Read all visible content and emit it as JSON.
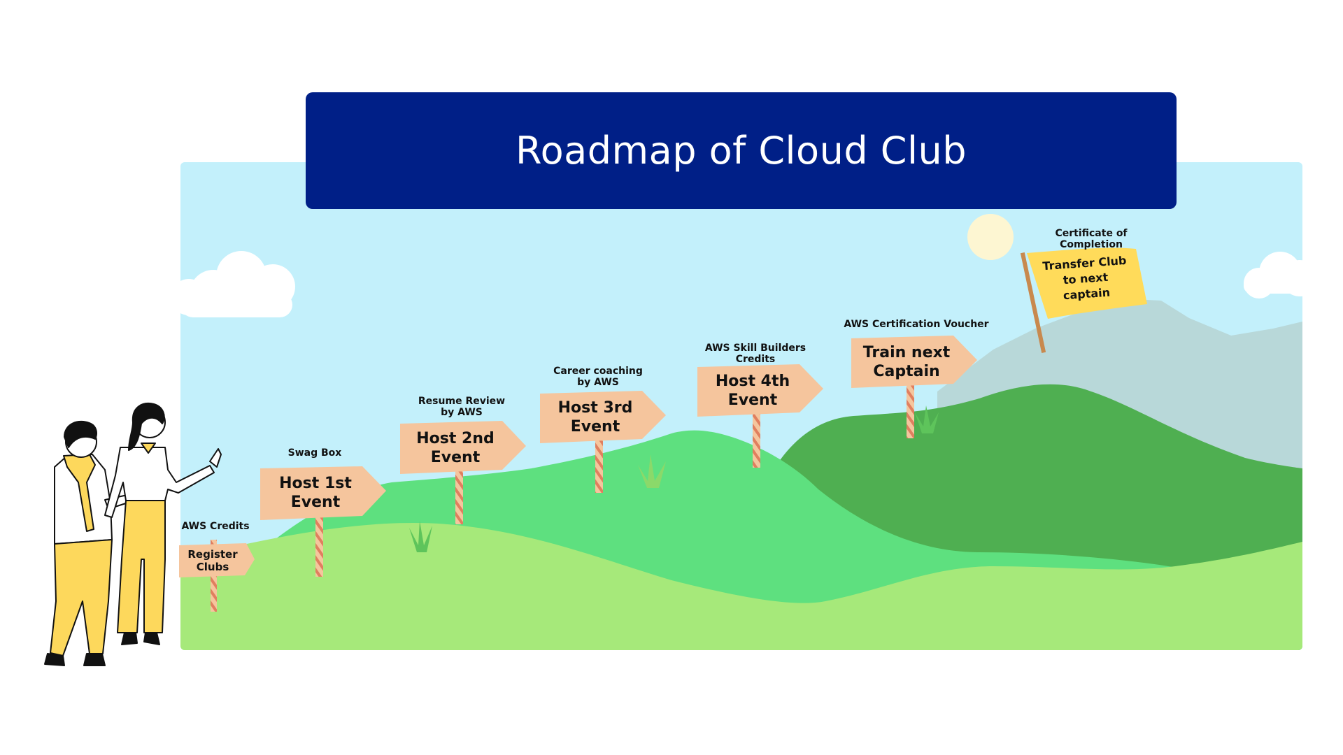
{
  "title": "Roadmap of Cloud Club",
  "milestones": [
    {
      "sign": "Register\nClubs",
      "reward": "AWS Credits"
    },
    {
      "sign": "Host 1st\nEvent",
      "reward": "Swag Box"
    },
    {
      "sign": "Host 2nd\nEvent",
      "reward": "Resume Review\nby AWS"
    },
    {
      "sign": "Host 3rd\nEvent",
      "reward": "Career coaching\nby AWS"
    },
    {
      "sign": "Host 4th\nEvent",
      "reward": "AWS Skill Builders\nCredits"
    },
    {
      "sign": "Train next\nCaptain",
      "reward": "AWS Certification Voucher"
    }
  ],
  "final": {
    "flag": "Transfer Club\nto next\ncaptain",
    "reward": "Certificate of\nCompletion"
  },
  "colors": {
    "title_bg": "#001f87",
    "sky": "#c3f0fb",
    "hill_front": "#a6e97a",
    "hill_mid": "#5ee07f",
    "hill_back": "#4faf51",
    "mountain": "#b8d8d9",
    "sign": "#f5c59d",
    "flag": "#ffdb5a",
    "accent_yellow": "#fdd85c"
  }
}
